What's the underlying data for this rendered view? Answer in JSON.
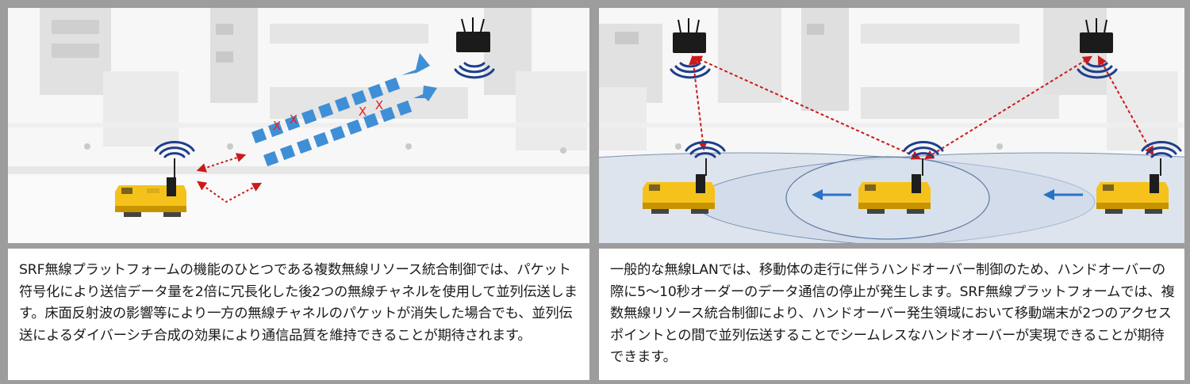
{
  "left_panel": {
    "caption": "SRF無線プラットフォームの機能のひとつである複数無線リソース統合制御では、パケット符号化により送信データ量を2倍に冗長化した後2つの無線チャネルを使用して並列伝送します。床面反射波の影響等により一方の無線チャネルのパケットが消失した場合でも、並列伝送によるダイバーシチ合成の効果により通信品質を維持できることが期待されます。",
    "lost_packet_mark": "X"
  },
  "right_panel": {
    "caption": "一般的な無線LANでは、移動体の走行に伴うハンドオーバー制御のため、ハンドオーバーの際に5～10秒オーダーのデータ通信の停止が発生します。SRF無線プラットフォームでは、複数無線リソース統合制御により、ハンドオーバー発生領域において移動端末が2つのアクセスポイントとの間で並列伝送することでシームレスなハンドオーバーが実現できることが期待できます。"
  },
  "colors": {
    "packet_blue": "#3f8fd6",
    "lost_mark_red": "#e02020",
    "link_red": "#cc1a1a",
    "signal_blue": "#1d3f8c",
    "agv_yellow": "#f5c21b",
    "coverage_fill": "#dbe4ef",
    "move_arrow_blue": "#2a72c5"
  },
  "icons": [
    "access-point-icon",
    "wifi-signal-icon",
    "agv-robot-icon",
    "packet-block-icon",
    "lost-packet-x-icon",
    "movement-arrow-icon"
  ]
}
